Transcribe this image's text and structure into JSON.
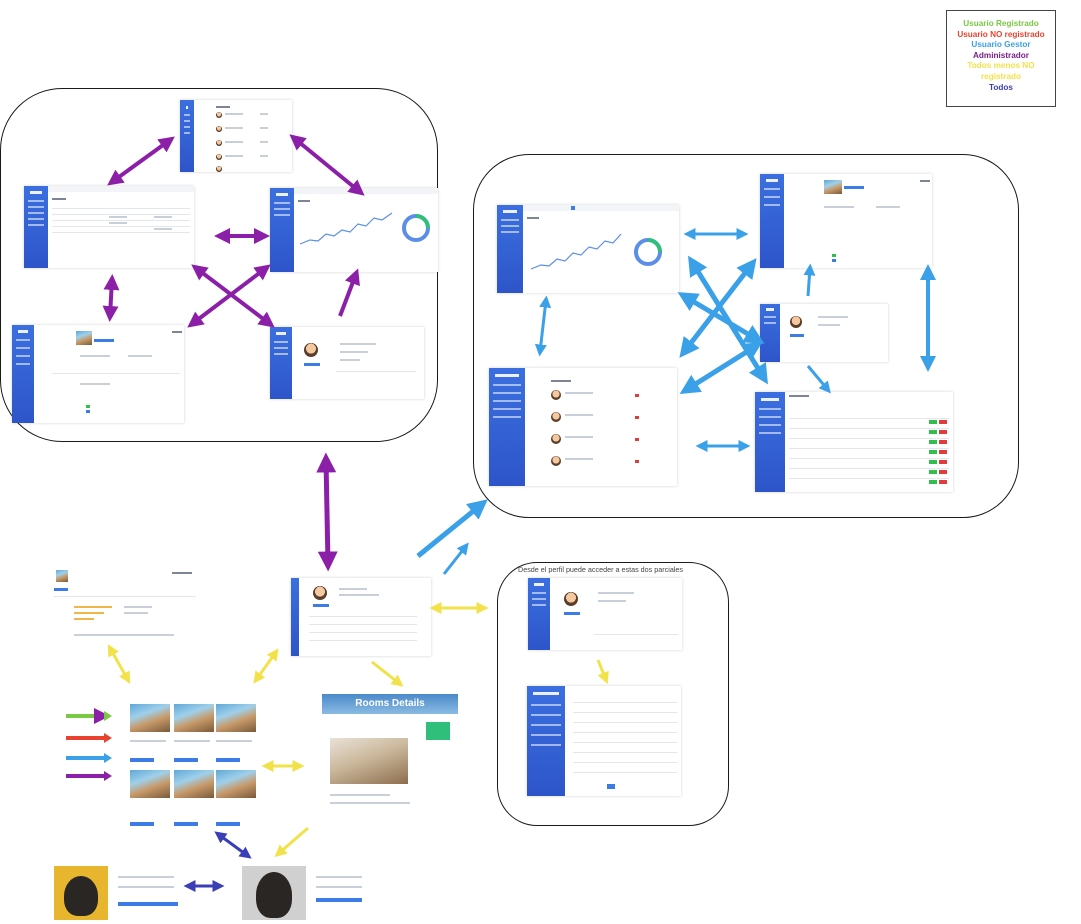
{
  "legend": {
    "items": [
      {
        "label": "Usuario Registrado",
        "color": "#7ac943"
      },
      {
        "label": "Usuario NO registrado",
        "color": "#e8432e"
      },
      {
        "label": "Usuario Gestor",
        "color": "#3aa0e8"
      },
      {
        "label": "Administrador",
        "color": "#7a1f8a"
      },
      {
        "label": "Todos menos NO registrado",
        "color": "#f2e24a"
      },
      {
        "label": "Todos",
        "color": "#3b3fb5"
      }
    ]
  },
  "partials_note": "Desde el perfil puede acceder a estas dos parciales",
  "rooms_banner": "Rooms Details",
  "colors": {
    "admin_arrow": "#8b1fa8",
    "gestor_arrow": "#3aa0e8",
    "todos_menos_arrow": "#f2e24a",
    "todos_arrow": "#3b3fb5",
    "registrado_arrow": "#7ac943",
    "no_registrado_arrow": "#e8432e"
  }
}
